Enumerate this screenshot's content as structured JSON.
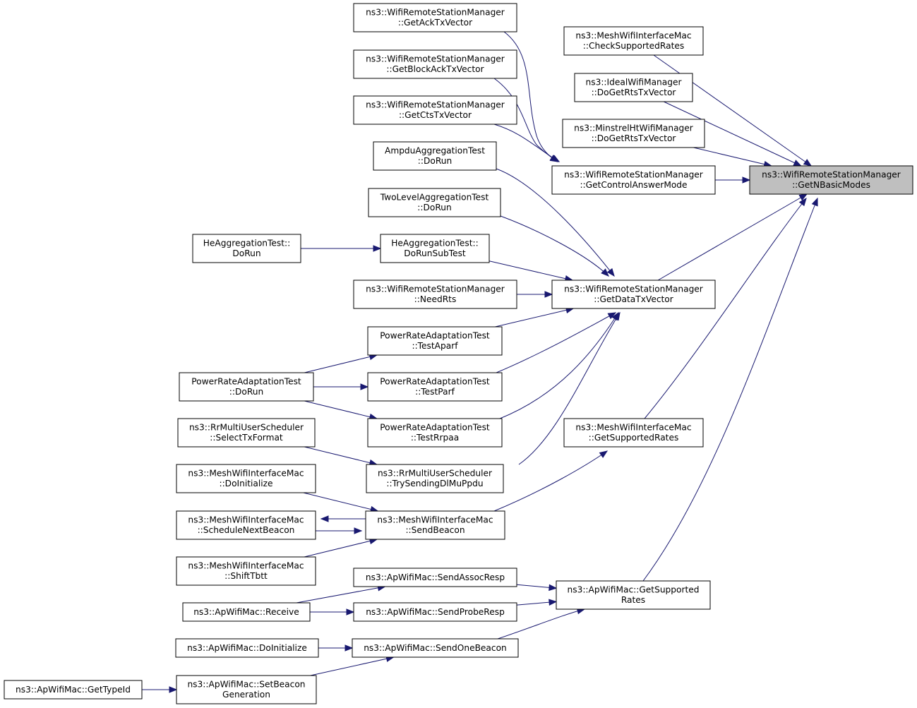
{
  "nodes": [
    {
      "id": "root",
      "lines": [
        "ns3::WifiRemoteStationManager",
        "::GetNBasicModes"
      ]
    },
    {
      "id": "check_supported_rates",
      "lines": [
        "ns3::MeshWifiInterfaceMac",
        "::CheckSupportedRates"
      ]
    },
    {
      "id": "ideal_do_get_rts",
      "lines": [
        "ns3::IdealWifiManager",
        "::DoGetRtsTxVector"
      ]
    },
    {
      "id": "minstrel_do_get_rts",
      "lines": [
        "ns3::MinstrelHtWifiManager",
        "::DoGetRtsTxVector"
      ]
    },
    {
      "id": "get_control_answer_mode",
      "lines": [
        "ns3::WifiRemoteStationManager",
        "::GetControlAnswerMode"
      ]
    },
    {
      "id": "get_ack_tx_vector",
      "lines": [
        "ns3::WifiRemoteStationManager",
        "::GetAckTxVector"
      ]
    },
    {
      "id": "get_block_ack_tx_vector",
      "lines": [
        "ns3::WifiRemoteStationManager",
        "::GetBlockAckTxVector"
      ]
    },
    {
      "id": "get_cts_tx_vector",
      "lines": [
        "ns3::WifiRemoteStationManager",
        "::GetCtsTxVector"
      ]
    },
    {
      "id": "get_data_tx_vector",
      "lines": [
        "ns3::WifiRemoteStationManager",
        "::GetDataTxVector"
      ]
    },
    {
      "id": "ampdu_do_run",
      "lines": [
        "AmpduAggregationTest",
        "::DoRun"
      ]
    },
    {
      "id": "twolevel_do_run",
      "lines": [
        "TwoLevelAggregationTest",
        "::DoRun"
      ]
    },
    {
      "id": "he_do_run_subtest",
      "lines": [
        "HeAggregationTest::",
        "DoRunSubTest"
      ]
    },
    {
      "id": "he_do_run",
      "lines": [
        "HeAggregationTest::",
        "DoRun"
      ]
    },
    {
      "id": "need_rts",
      "lines": [
        "ns3::WifiRemoteStationManager",
        "::NeedRts"
      ]
    },
    {
      "id": "test_aparf",
      "lines": [
        "PowerRateAdaptationTest",
        "::TestAparf"
      ]
    },
    {
      "id": "test_parf",
      "lines": [
        "PowerRateAdaptationTest",
        "::TestParf"
      ]
    },
    {
      "id": "test_rrpaa",
      "lines": [
        "PowerRateAdaptationTest",
        "::TestRrpaa"
      ]
    },
    {
      "id": "prat_do_run",
      "lines": [
        "PowerRateAdaptationTest",
        "::DoRun"
      ]
    },
    {
      "id": "rr_try_sending",
      "lines": [
        "ns3::RrMultiUserScheduler",
        "::TrySendingDlMuPpdu"
      ]
    },
    {
      "id": "rr_select_tx_format",
      "lines": [
        "ns3::RrMultiUserScheduler",
        "::SelectTxFormat"
      ]
    },
    {
      "id": "mesh_get_supported_rates",
      "lines": [
        "ns3::MeshWifiInterfaceMac",
        "::GetSupportedRates"
      ]
    },
    {
      "id": "mesh_send_beacon",
      "lines": [
        "ns3::MeshWifiInterfaceMac",
        "::SendBeacon"
      ]
    },
    {
      "id": "mesh_do_initialize",
      "lines": [
        "ns3::MeshWifiInterfaceMac",
        "::DoInitialize"
      ]
    },
    {
      "id": "mesh_schedule_next_beacon",
      "lines": [
        "ns3::MeshWifiInterfaceMac",
        "::ScheduleNextBeacon"
      ]
    },
    {
      "id": "mesh_shift_tbtt",
      "lines": [
        "ns3::MeshWifiInterfaceMac",
        "::ShiftTbtt"
      ]
    },
    {
      "id": "ap_get_supported_rates",
      "lines": [
        "ns3::ApWifiMac::GetSupported",
        "Rates"
      ]
    },
    {
      "id": "ap_send_assoc_resp",
      "lines": [
        "ns3::ApWifiMac::SendAssocResp"
      ]
    },
    {
      "id": "ap_send_probe_resp",
      "lines": [
        "ns3::ApWifiMac::SendProbeResp"
      ]
    },
    {
      "id": "ap_receive",
      "lines": [
        "ns3::ApWifiMac::Receive"
      ]
    },
    {
      "id": "ap_send_one_beacon",
      "lines": [
        "ns3::ApWifiMac::SendOneBeacon"
      ]
    },
    {
      "id": "ap_do_initialize",
      "lines": [
        "ns3::ApWifiMac::DoInitialize"
      ]
    },
    {
      "id": "ap_set_beacon_generation",
      "lines": [
        "ns3::ApWifiMac::SetBeacon",
        "Generation"
      ]
    },
    {
      "id": "ap_get_type_id",
      "lines": [
        "ns3::ApWifiMac::GetTypeId"
      ]
    }
  ],
  "edges": [
    {
      "from": "check_supported_rates",
      "to": "root"
    },
    {
      "from": "ideal_do_get_rts",
      "to": "root"
    },
    {
      "from": "minstrel_do_get_rts",
      "to": "root"
    },
    {
      "from": "get_control_answer_mode",
      "to": "root"
    },
    {
      "from": "get_data_tx_vector",
      "to": "root"
    },
    {
      "from": "mesh_get_supported_rates",
      "to": "root"
    },
    {
      "from": "ap_get_supported_rates",
      "to": "root"
    },
    {
      "from": "get_ack_tx_vector",
      "to": "get_control_answer_mode"
    },
    {
      "from": "get_block_ack_tx_vector",
      "to": "get_control_answer_mode"
    },
    {
      "from": "get_cts_tx_vector",
      "to": "get_control_answer_mode"
    },
    {
      "from": "ampdu_do_run",
      "to": "get_data_tx_vector"
    },
    {
      "from": "twolevel_do_run",
      "to": "get_data_tx_vector"
    },
    {
      "from": "he_do_run_subtest",
      "to": "get_data_tx_vector"
    },
    {
      "from": "need_rts",
      "to": "get_data_tx_vector"
    },
    {
      "from": "test_aparf",
      "to": "get_data_tx_vector"
    },
    {
      "from": "test_parf",
      "to": "get_data_tx_vector"
    },
    {
      "from": "test_rrpaa",
      "to": "get_data_tx_vector"
    },
    {
      "from": "rr_try_sending",
      "to": "get_data_tx_vector"
    },
    {
      "from": "he_do_run",
      "to": "he_do_run_subtest"
    },
    {
      "from": "prat_do_run",
      "to": "test_aparf"
    },
    {
      "from": "prat_do_run",
      "to": "test_parf"
    },
    {
      "from": "prat_do_run",
      "to": "test_rrpaa"
    },
    {
      "from": "rr_select_tx_format",
      "to": "rr_try_sending"
    },
    {
      "from": "mesh_send_beacon",
      "to": "mesh_get_supported_rates"
    },
    {
      "from": "mesh_do_initialize",
      "to": "mesh_send_beacon"
    },
    {
      "from": "mesh_schedule_next_beacon",
      "to": "mesh_send_beacon"
    },
    {
      "from": "mesh_shift_tbtt",
      "to": "mesh_send_beacon"
    },
    {
      "from": "mesh_send_beacon",
      "to": "mesh_schedule_next_beacon"
    },
    {
      "from": "ap_send_assoc_resp",
      "to": "ap_get_supported_rates"
    },
    {
      "from": "ap_send_probe_resp",
      "to": "ap_get_supported_rates"
    },
    {
      "from": "ap_send_one_beacon",
      "to": "ap_get_supported_rates"
    },
    {
      "from": "ap_receive",
      "to": "ap_send_assoc_resp"
    },
    {
      "from": "ap_receive",
      "to": "ap_send_probe_resp"
    },
    {
      "from": "ap_do_initialize",
      "to": "ap_send_one_beacon"
    },
    {
      "from": "ap_set_beacon_generation",
      "to": "ap_send_one_beacon"
    },
    {
      "from": "ap_get_type_id",
      "to": "ap_set_beacon_generation"
    }
  ],
  "colors": {
    "edge": "#191970",
    "root_fill": "#bfbfbf",
    "node_fill": "#ffffff"
  }
}
